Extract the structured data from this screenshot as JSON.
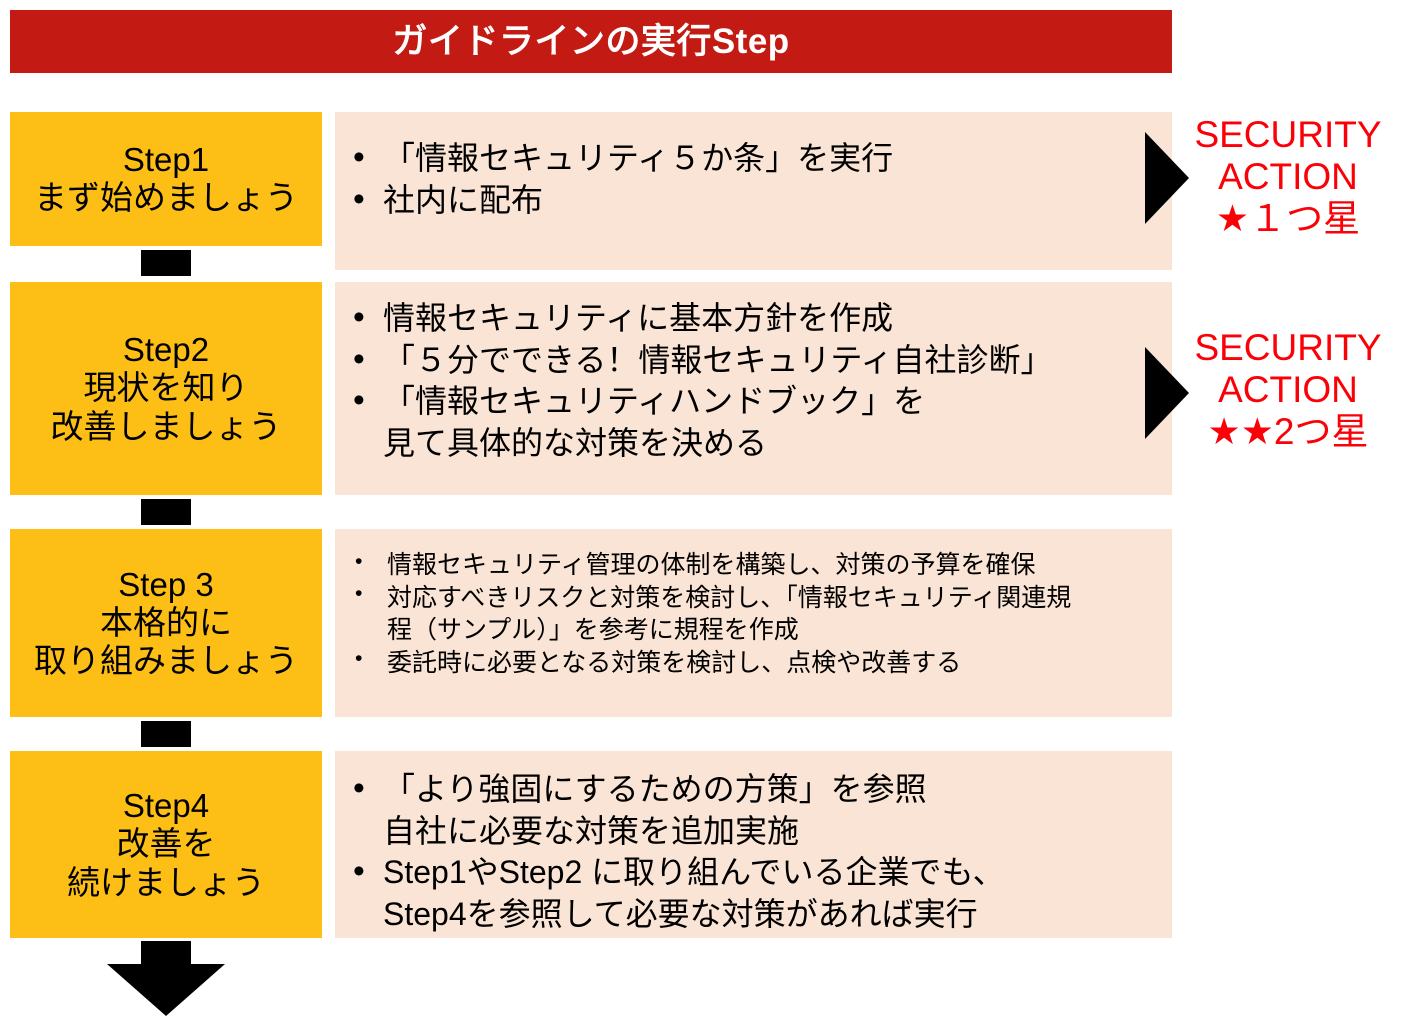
{
  "banner": {
    "title": "ガイドラインの実行Step",
    "bg_color": "#C31A14",
    "text_color": "#FFFFFF"
  },
  "colors": {
    "step_box": "#FDBF15",
    "content_box": "#FAE4D5",
    "connector": "#000000",
    "security_action_red": "#FB0007",
    "banner_red": "#C31A14"
  },
  "steps": [
    {
      "id": "step1",
      "label_num": "Step1",
      "label_sub1": "まず始めましょう",
      "label_sub2": "",
      "bullets": [
        {
          "text": "「情報セキュリティ５か条」を実行",
          "cont": ""
        },
        {
          "text": "社内に配布",
          "cont": ""
        }
      ],
      "badge": {
        "line1": "SECURITY",
        "line2": "ACTION",
        "stars": "★１つ星"
      }
    },
    {
      "id": "step2",
      "label_num": "Step2",
      "label_sub1": "現状を知り",
      "label_sub2": "改善しましょう",
      "bullets": [
        {
          "text": "情報セキュリティに基本方針を作成",
          "cont": ""
        },
        {
          "text": "「５分でできる！情報セキュリティ自社診断」",
          "cont": ""
        },
        {
          "text": "「情報セキュリティハンドブック」を",
          "cont": "見て具体的な対策を決める"
        }
      ],
      "badge": {
        "line1": "SECURITY",
        "line2": "ACTION",
        "stars": "★★2つ星"
      }
    },
    {
      "id": "step3",
      "label_num": "Step 3",
      "label_sub1": "本格的に",
      "label_sub2": "取り組みましょう",
      "bullets": [
        {
          "text": "情報セキュリティ管理の体制を構築し、対策の予算を確保",
          "cont": ""
        },
        {
          "text": "対応すべきリスクと対策を検討し、「情報セキュリティ関連規",
          "cont": "程（サンプル）」を参考に規程を作成"
        },
        {
          "text": "委託時に必要となる対策を検討し、点検や改善する",
          "cont": ""
        }
      ],
      "badge": null
    },
    {
      "id": "step4",
      "label_num": "Step4",
      "label_sub1": "改善を",
      "label_sub2": "続けましょう",
      "bullets": [
        {
          "text": "「より強固にするための方策」を参照",
          "cont": "自社に必要な対策を追加実施"
        },
        {
          "text": "Step1やStep2 に取り組んでいる企業でも、",
          "cont": "Step4を参照して必要な対策があれば実行"
        }
      ],
      "badge": null
    }
  ],
  "flow": {
    "connector_icon": "connector-block",
    "down_arrow_icon": "arrow-down-icon",
    "badge_arrow_icon": "arrow-right-icon"
  }
}
